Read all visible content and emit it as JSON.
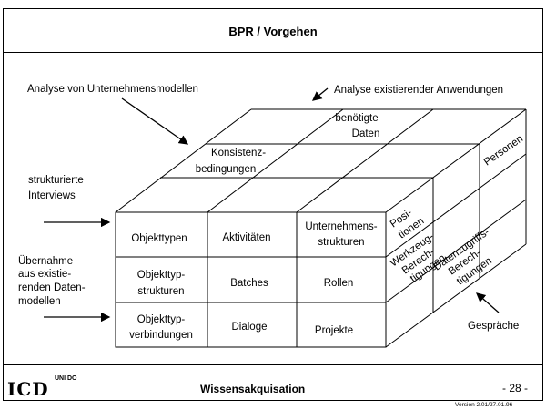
{
  "header": {
    "title": "BPR / Vorgehen"
  },
  "annotations": {
    "analyse_modelle": "Analyse von Unternehmensmodellen",
    "analyse_anwendungen": "Analyse existierender Anwendungen",
    "interviews_1": "strukturierte",
    "interviews_2": "Interviews",
    "uebernahme": [
      "Übernahme",
      "aus existie-",
      "renden Daten-",
      "modellen"
    ],
    "gespraeche": "Gespräche"
  },
  "cube": {
    "front": [
      [
        "Objekttypen",
        "Aktivitäten",
        "Unternehmens-|strukturen"
      ],
      [
        "Objekttyp-|strukturen",
        "Batches",
        "Rollen"
      ],
      [
        "Objekttyp-|verbindungen",
        "Dialoge",
        "Projekte"
      ]
    ],
    "top": {
      "benoetigte_daten": [
        "benötigte",
        "Daten"
      ],
      "konsistenz": [
        "Konsistenz-",
        "bedingungen"
      ]
    },
    "side": {
      "personen": "Personen",
      "positionen": [
        "Posi-",
        "tionen"
      ],
      "werkzeug": [
        "Werkzeug-",
        "Berech-",
        "tigungen"
      ],
      "datenzugriff": [
        "Datenzugriffs-",
        "Berech-",
        "tigungen"
      ]
    }
  },
  "footer": {
    "title": "Wissensakquisation",
    "page": "- 28 -",
    "version": "Version 2.01/27.01.96",
    "logo_icd": "ICD",
    "logo_unido": "UNI DO"
  }
}
